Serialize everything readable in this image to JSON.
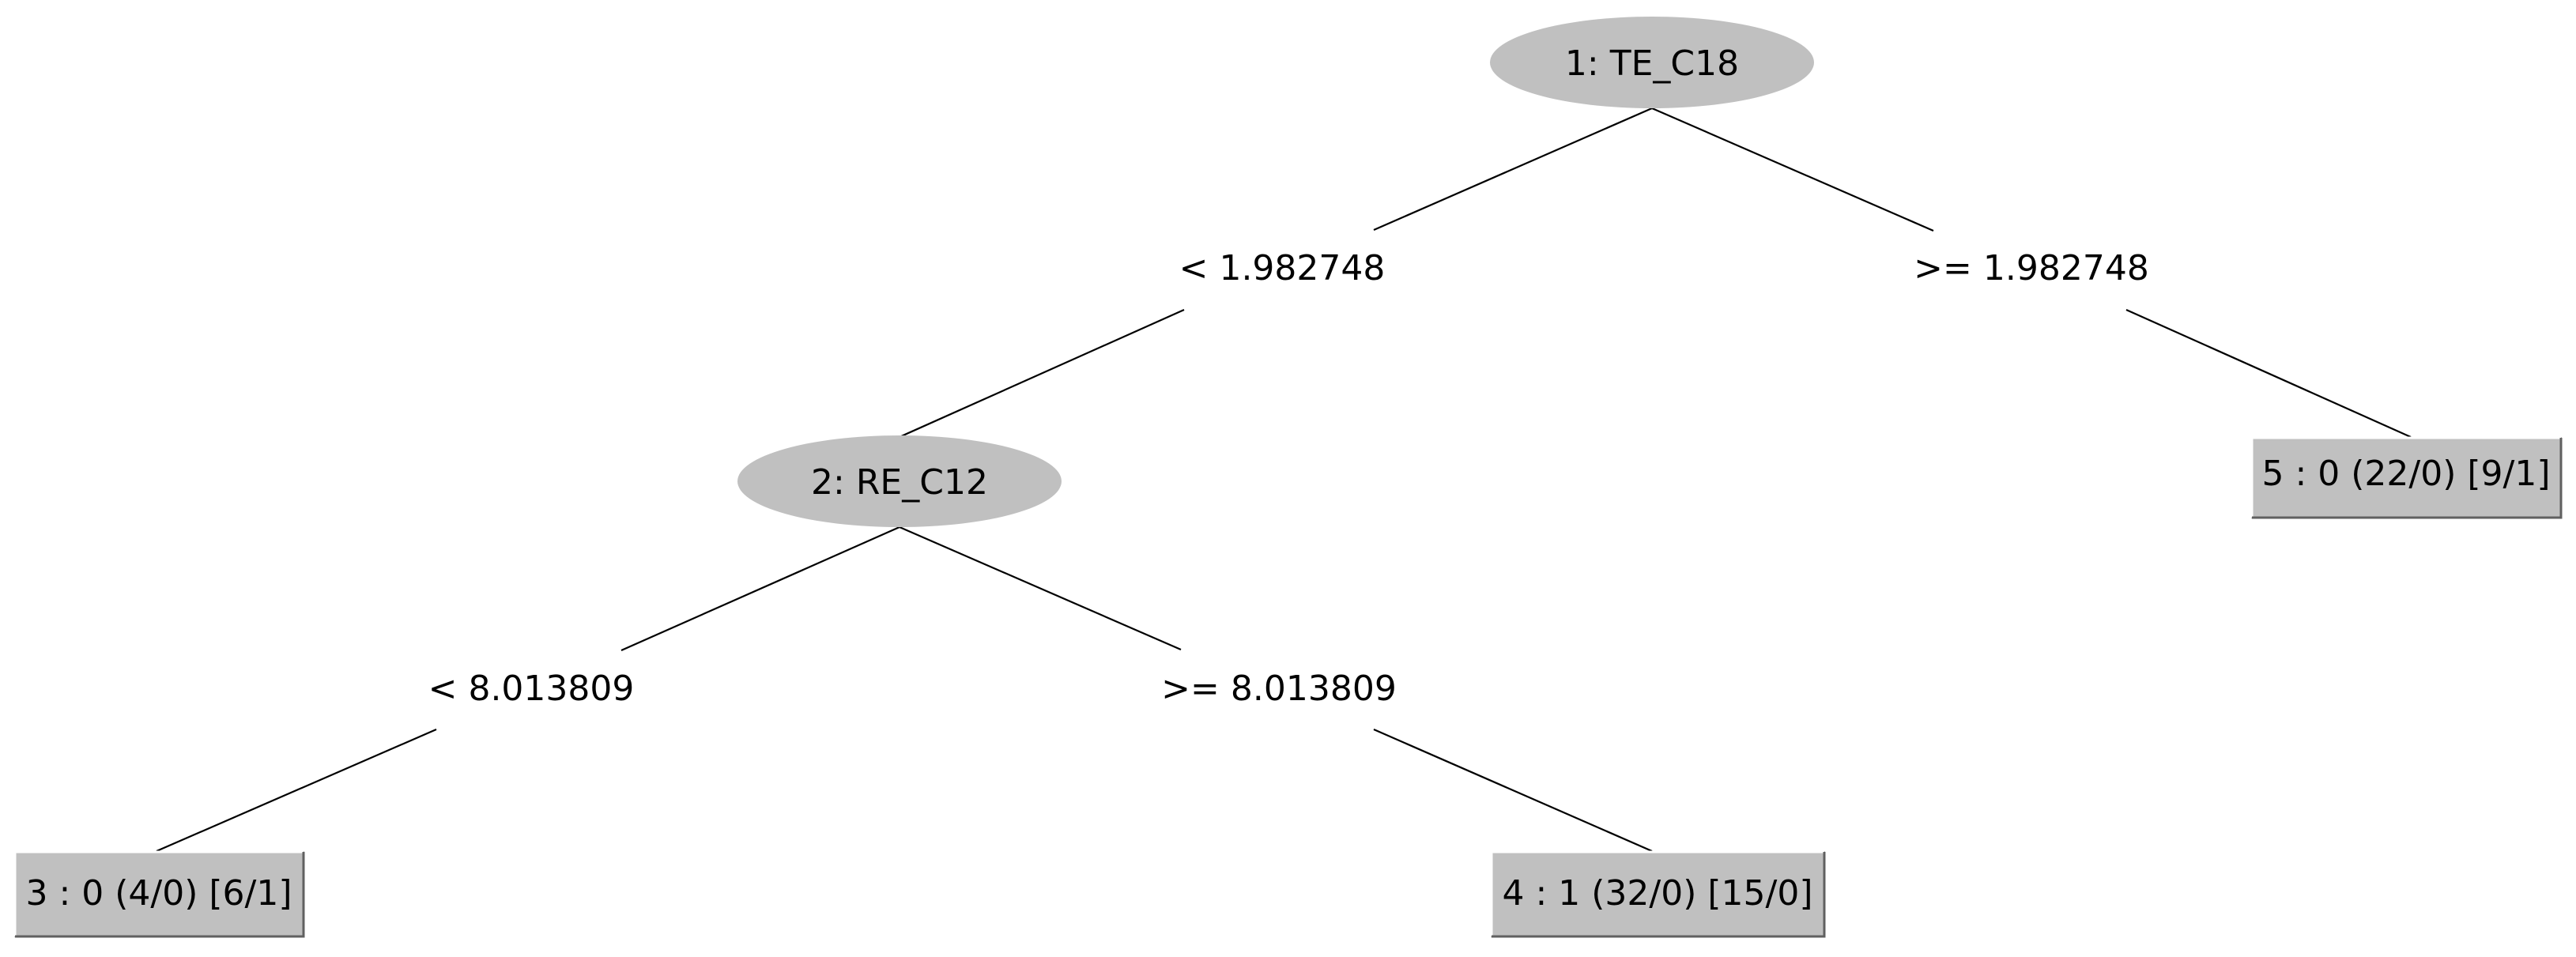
{
  "tree": {
    "nodes": [
      {
        "id": 1,
        "type": "split",
        "label": "1: TE_C18"
      },
      {
        "id": 2,
        "type": "split",
        "label": "2: RE_C12"
      },
      {
        "id": 3,
        "type": "leaf",
        "label": "3 : 0 (4/0) [6/1]"
      },
      {
        "id": 4,
        "type": "leaf",
        "label": "4 : 1 (32/0) [15/0]"
      },
      {
        "id": 5,
        "type": "leaf",
        "label": "5 : 0 (22/0) [9/1]"
      }
    ],
    "edges": [
      {
        "from": 1,
        "to": 2,
        "label": "< 1.982748"
      },
      {
        "from": 1,
        "to": 5,
        "label": ">= 1.982748"
      },
      {
        "from": 2,
        "to": 3,
        "label": "< 8.013809"
      },
      {
        "from": 2,
        "to": 4,
        "label": ">= 8.013809"
      }
    ],
    "colors": {
      "node_fill": "#c0c0c0",
      "line": "#000000",
      "background": "#ffffff"
    }
  }
}
